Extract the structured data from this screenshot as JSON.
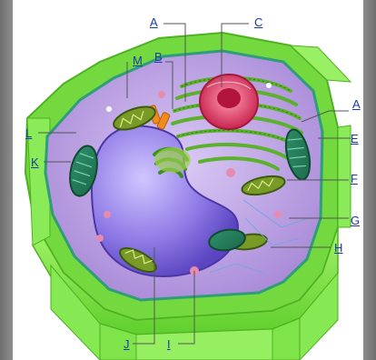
{
  "labels": {
    "A_top": "A",
    "C": "C",
    "M": "M",
    "B": "B",
    "A_right": "A",
    "L": "L",
    "E": "E",
    "K": "K",
    "F": "F",
    "G": "G",
    "H": "H",
    "J": "J",
    "I": "I"
  },
  "colors": {
    "cell_wall": "#7fe34a",
    "cytoplasm": "#b79ae0",
    "vacuole": "#7a63d6",
    "nucleus": "#e0406a",
    "er": "#6bbd3a",
    "label_text": "#1a3aa8"
  }
}
